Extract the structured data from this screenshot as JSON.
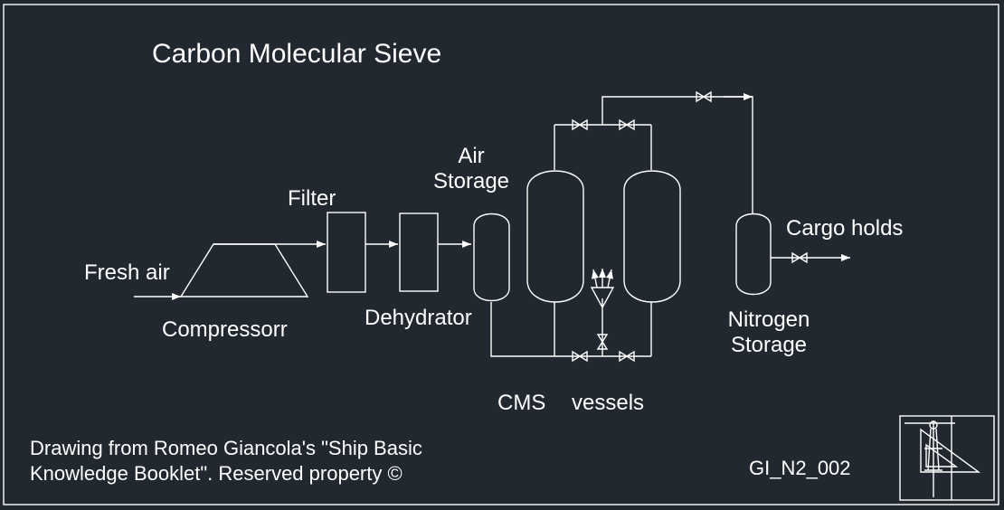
{
  "title": "Carbon Molecular Sieve",
  "labels": {
    "fresh_air": "Fresh  air",
    "compressor": "Compressorr",
    "filter": "Filter",
    "dehydrator": "Dehydrator",
    "air_storage_line1": "Air",
    "air_storage_line2": "Storage",
    "cms": "CMS",
    "vessels": "vessels",
    "nitrogen_storage_line1": "Nitrogen",
    "nitrogen_storage_line2": "Storage",
    "cargo_holds": "Cargo holds"
  },
  "credit": {
    "line1": "Drawing from Romeo Giancola's \"Ship Basic",
    "line2": "Knowledge Booklet\". Reserved property ©"
  },
  "drawing_code": "GI_N2_002",
  "icons": [
    "drafting-tools-icon"
  ],
  "colors": {
    "background": "#212830",
    "lines": "#ffffff"
  }
}
